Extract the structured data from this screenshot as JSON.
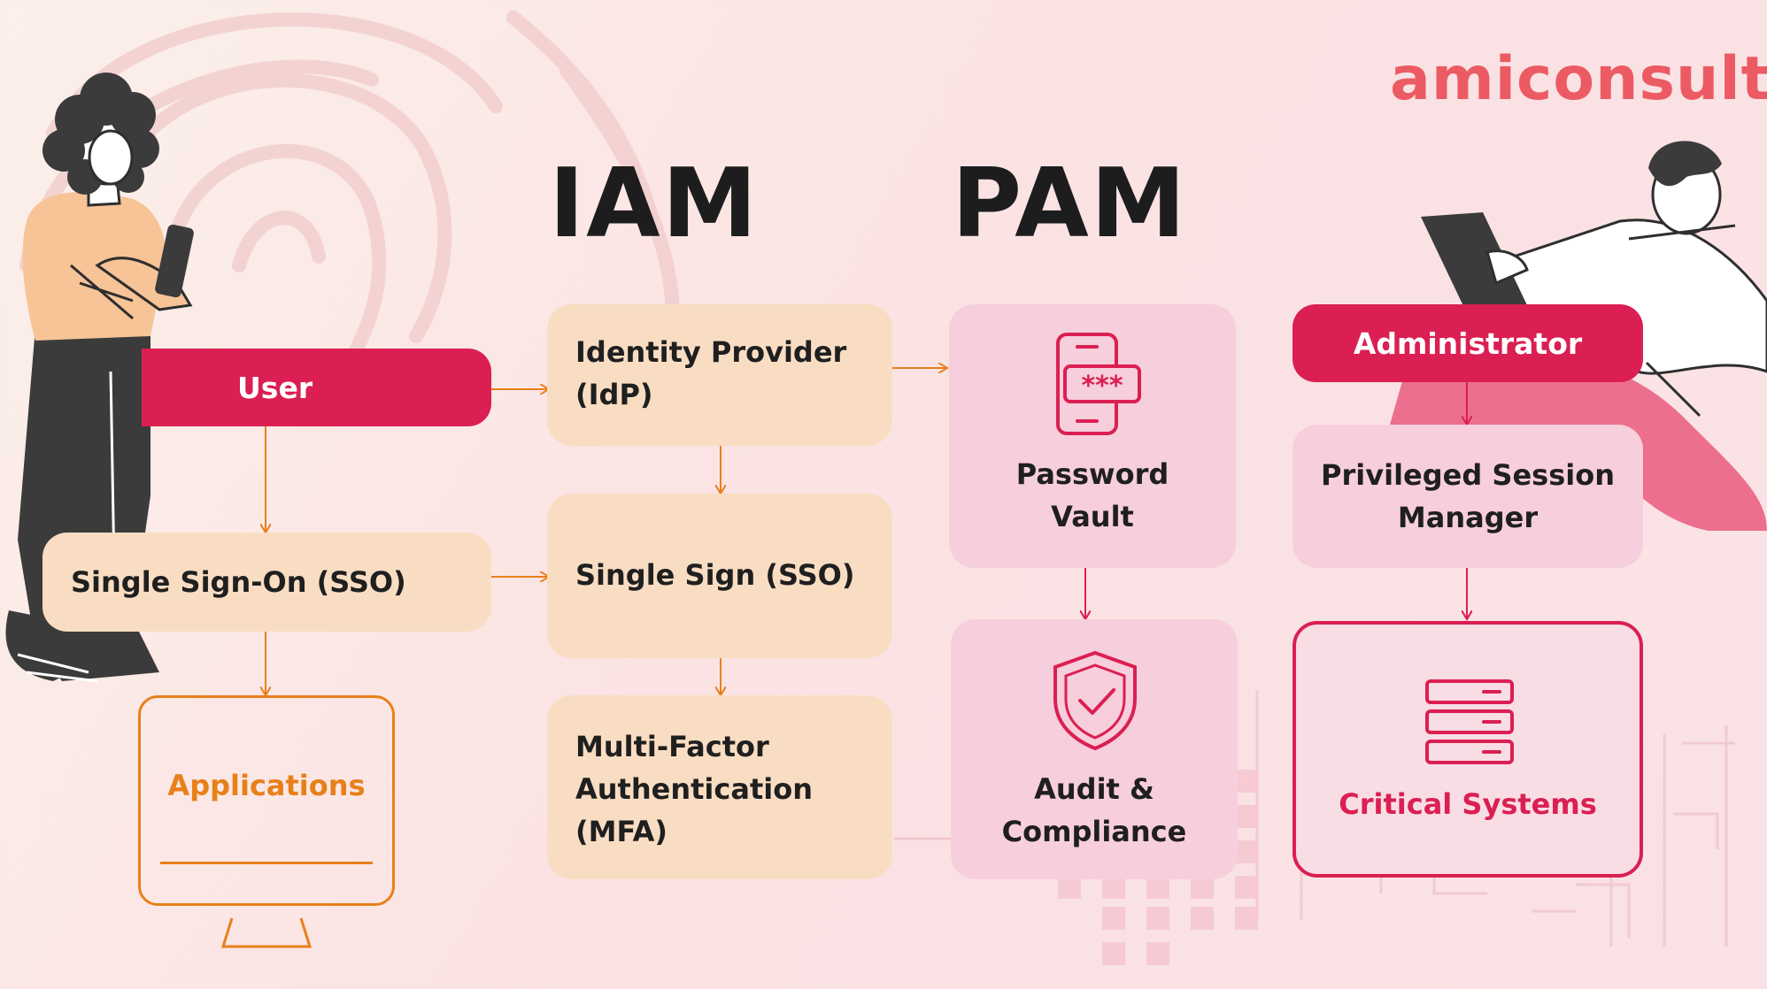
{
  "brand": "amiconsult",
  "headings": {
    "iam": "IAM",
    "pam": "PAM"
  },
  "nodes": {
    "user": "User",
    "sso_left": "Single Sign-On (SSO)",
    "applications": "Applications",
    "idp": "Identity Provider\n(IdP)",
    "sso_mid": "Single Sign (SSO)",
    "mfa": "Multi-Factor\nAuthentication\n(MFA)",
    "password_vault": "Password\nVault",
    "audit": "Audit &\nCompliance",
    "administrator": "Administrator",
    "psm": "Privileged Session\nManager",
    "critical": "Critical Systems"
  },
  "colors": {
    "accent_red": "#db1f52",
    "brand_coral": "#ec5b63",
    "orange": "#e8801a",
    "peach_box": "#f9ddc3",
    "pink_box": "#f7cedb"
  },
  "icons": [
    "phone-password-icon",
    "shield-check-icon",
    "server-stack-icon",
    "monitor-icon",
    "fingerprint-icon"
  ]
}
